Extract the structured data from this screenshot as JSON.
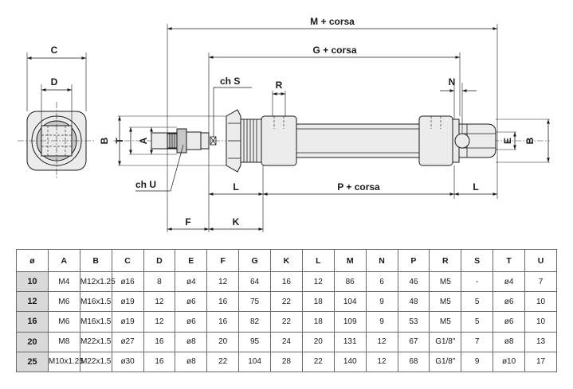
{
  "drawing": {
    "labels": {
      "M_corsa": "M + corsa",
      "G_corsa": "G + corsa",
      "P_corsa": "P + corsa",
      "C": "C",
      "D": "D",
      "B_left": "B",
      "T": "T",
      "A": "A",
      "ch_S": "ch S",
      "ch_U": "ch U",
      "R": "R",
      "N": "N",
      "E": "E",
      "B_right": "B",
      "L_left": "L",
      "L_right": "L",
      "F": "F",
      "K": "K"
    }
  },
  "table": {
    "headers": [
      "ø",
      "A",
      "B",
      "C",
      "D",
      "E",
      "F",
      "G",
      "K",
      "L",
      "M",
      "N",
      "P",
      "R",
      "S",
      "T",
      "U"
    ],
    "rows": [
      [
        "10",
        "M4",
        "M12x1.25",
        "ø16",
        "8",
        "ø4",
        "12",
        "64",
        "16",
        "12",
        "86",
        "6",
        "46",
        "M5",
        "-",
        "ø4",
        "7"
      ],
      [
        "12",
        "M6",
        "M16x1.5",
        "ø19",
        "12",
        "ø6",
        "16",
        "75",
        "22",
        "18",
        "104",
        "9",
        "48",
        "M5",
        "5",
        "ø6",
        "10"
      ],
      [
        "16",
        "M6",
        "M16x1.5",
        "ø19",
        "12",
        "ø6",
        "16",
        "82",
        "22",
        "18",
        "109",
        "9",
        "53",
        "M5",
        "5",
        "ø6",
        "10"
      ],
      [
        "20",
        "M8",
        "M22x1.5",
        "ø27",
        "16",
        "ø8",
        "20",
        "95",
        "24",
        "20",
        "131",
        "12",
        "67",
        "G1/8\"",
        "7",
        "ø8",
        "13"
      ],
      [
        "25",
        "M10x1.25",
        "M22x1.5",
        "ø30",
        "16",
        "ø8",
        "22",
        "104",
        "28",
        "22",
        "140",
        "12",
        "68",
        "G1/8\"",
        "9",
        "ø10",
        "17"
      ]
    ]
  }
}
